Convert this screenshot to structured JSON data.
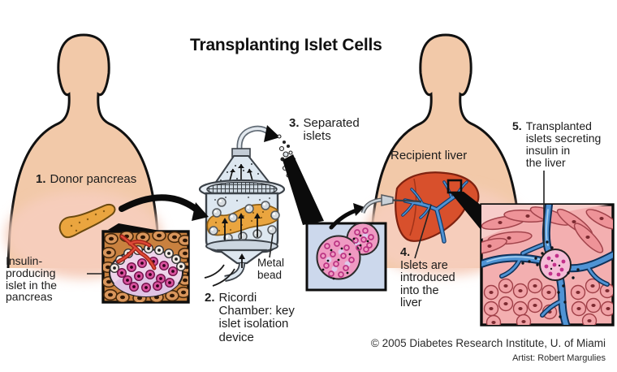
{
  "title": "Transplanting Islet Cells",
  "steps": {
    "step1": {
      "num": "1.",
      "text": "Donor pancreas"
    },
    "step2": {
      "num": "2.",
      "text": "Ricordi\nChamber: key\nislet isolation\ndevice"
    },
    "step3": {
      "num": "3.",
      "text": "Separated\nislets"
    },
    "step4": {
      "num": "4.",
      "text": "Islets are\nintroduced\ninto the\nliver"
    },
    "step5": {
      "num": "5.",
      "text": "Transplanted\nislets secreting\ninsulin in\nthe liver"
    }
  },
  "labels": {
    "donor_inset_caption": "Insulin-\nproducing\nislet in the\npancreas",
    "metal_bead": "Metal\nbead",
    "recipient_liver": "Recipient liver"
  },
  "footer": {
    "copyright": "© 2005 Diabetes Research Institute, U. of Miami",
    "artist": "Artist: Robert Margulies"
  },
  "colors": {
    "skin": "#f2c9a9",
    "glow": "#f6cdbb",
    "pancreas": "#eaa53f",
    "tissue_brown": "#c9813f",
    "islet_pink": "#ef9ac2",
    "islet_magenta": "#d9539f",
    "chamber_blue": "#dde7f0",
    "inset_blue": "#ccd8ec",
    "liver_red": "#d8502c",
    "vessel_blue": "#4f93d4",
    "liver_pink": "#f3afb0",
    "ink": "#111111"
  }
}
